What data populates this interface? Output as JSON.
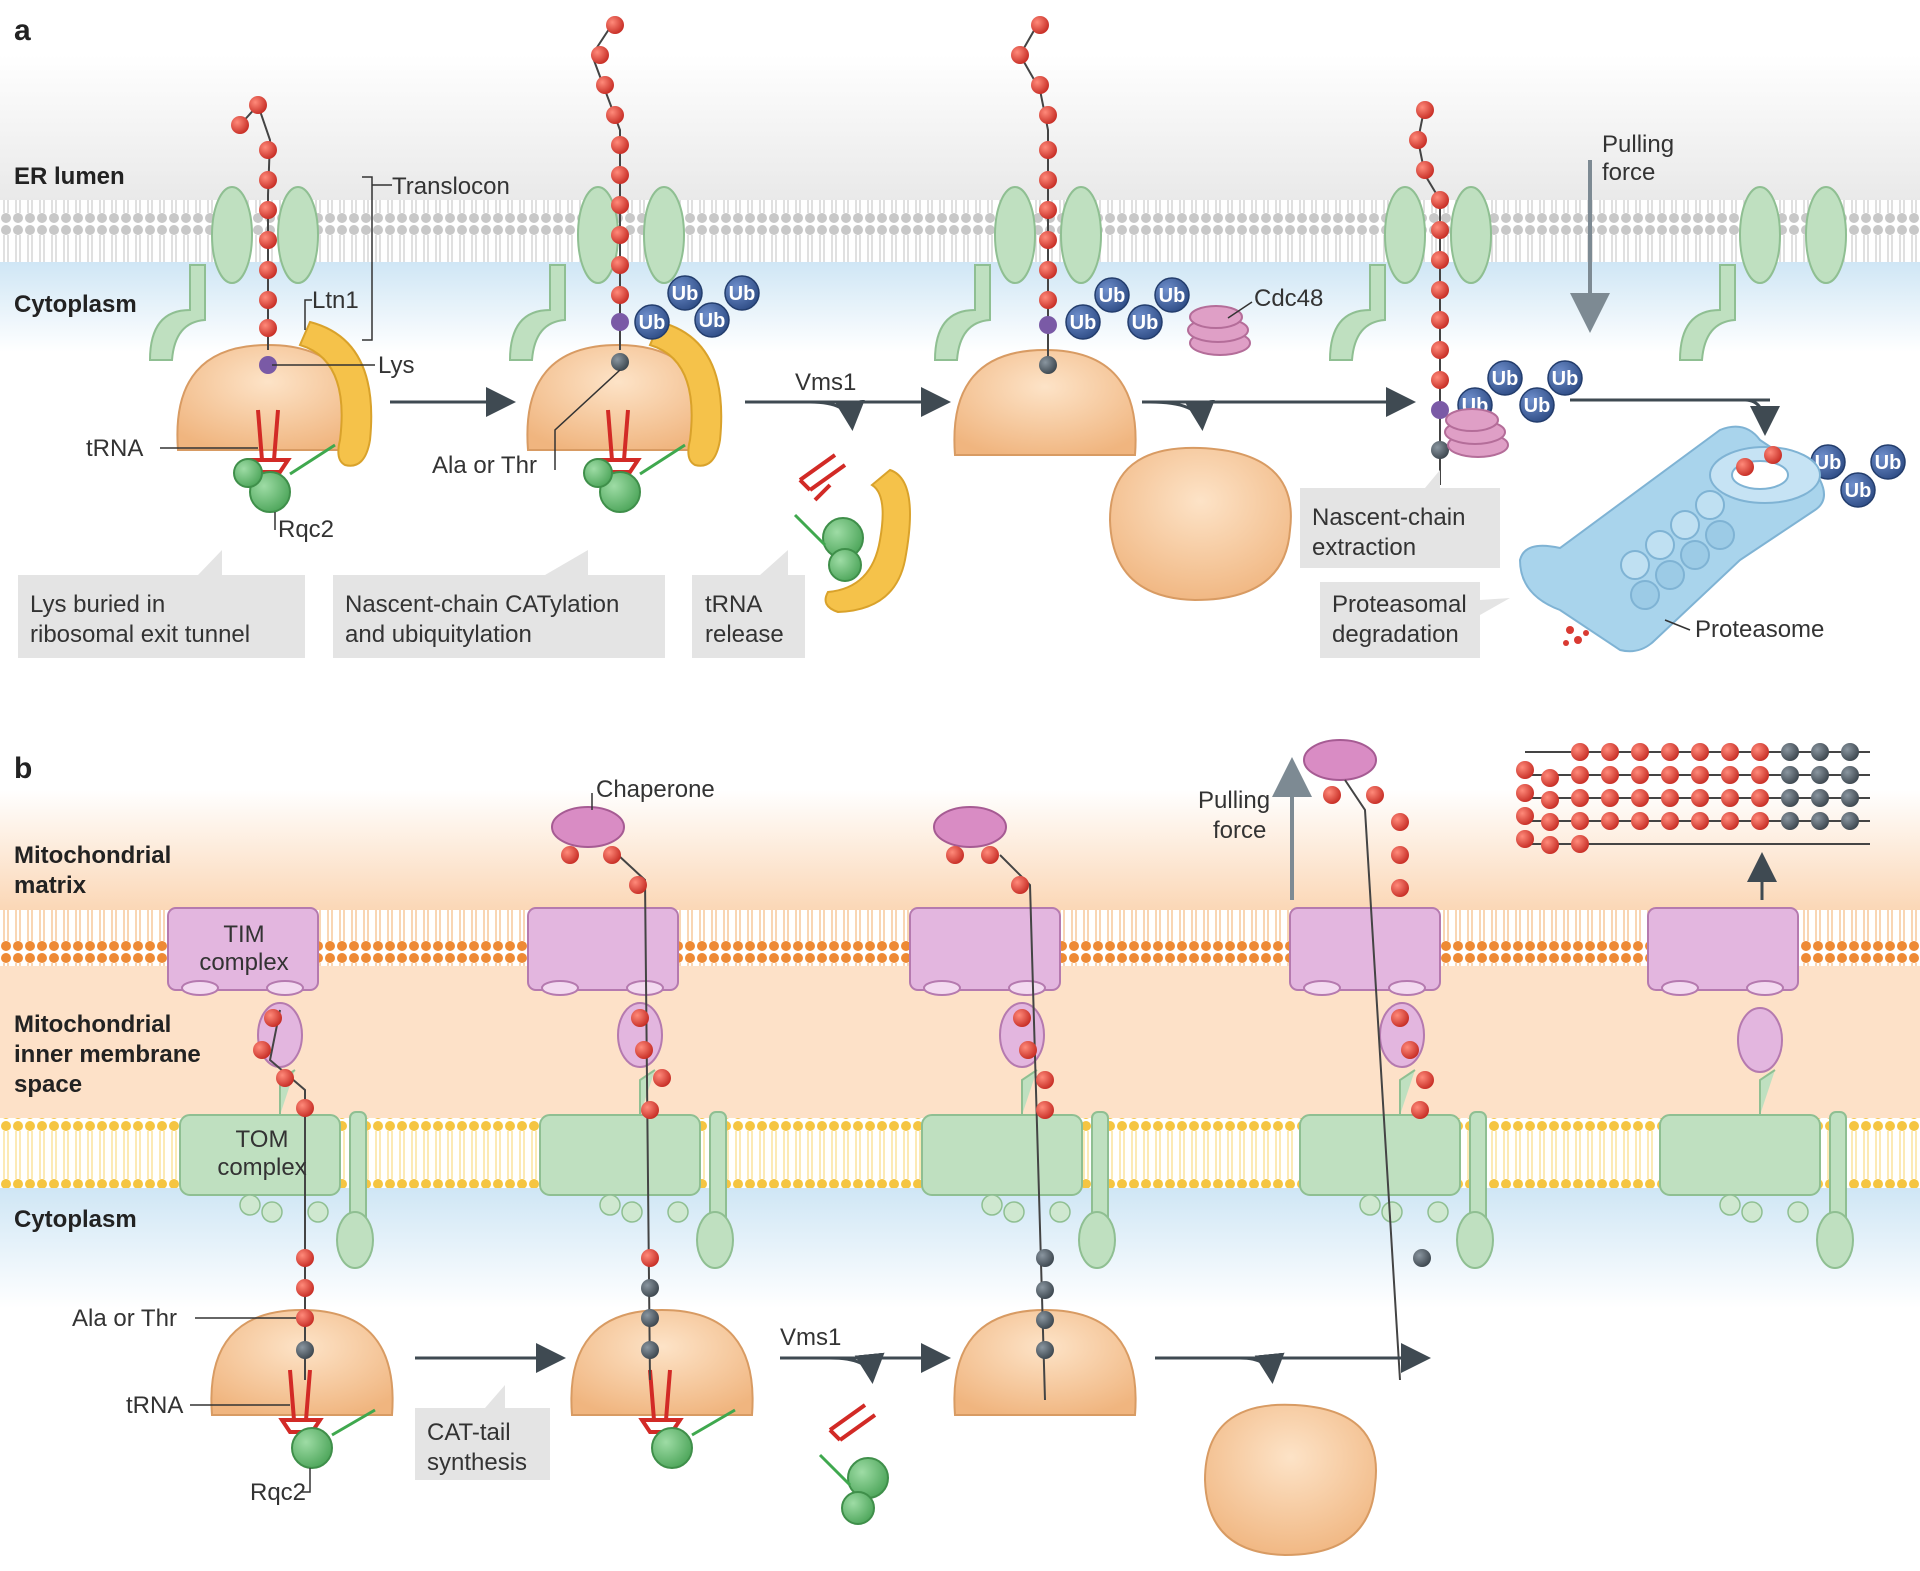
{
  "panel_a": {
    "letter": "a",
    "region_top": "ER lumen",
    "region_bottom": "Cytoplasm",
    "labels": {
      "translocon": "Translocon",
      "ltn1": "Ltn1",
      "lys": "Lys",
      "trna": "tRNA",
      "rqc2": "Rqc2",
      "ala_or_thr": "Ala or Thr",
      "vms1": "Vms1",
      "cdc48": "Cdc48",
      "pulling_force": [
        "Pulling",
        "force"
      ],
      "proteasome": "Proteasome",
      "ub": "Ub"
    },
    "callouts": {
      "lys_buried": [
        "Lys buried in",
        "ribosomal exit tunnel"
      ],
      "catylation": [
        "Nascent-chain CATylation",
        "and ubiquitylation"
      ],
      "trna_release": [
        "tRNA",
        "release"
      ],
      "extraction": [
        "Nascent-chain",
        "extraction"
      ],
      "degradation": [
        "Proteasomal",
        "degradation"
      ]
    }
  },
  "panel_b": {
    "letter": "b",
    "region_matrix": [
      "Mitochondrial",
      "matrix"
    ],
    "region_ims": [
      "Mitochondrial",
      "inner membrane",
      "space"
    ],
    "region_cytoplasm": "Cytoplasm",
    "labels": {
      "tim_complex": [
        "TIM",
        "complex"
      ],
      "tom_complex": [
        "TOM",
        "complex"
      ],
      "chaperone": "Chaperone",
      "pulling_force": [
        "Pulling",
        "force"
      ],
      "ala_or_thr": "Ala or Thr",
      "trna": "tRNA",
      "rqc2": "Rqc2",
      "vms1": "Vms1"
    },
    "callouts": {
      "cat_tail": [
        "CAT-tail",
        "synthesis"
      ]
    }
  },
  "colors": {
    "red_residue": "#d93a32",
    "grey_residue": "#4f5a63",
    "purple_residue": "#7a5aa6",
    "ribosome": "#f3c08f",
    "translocon_green": "#bfe0c0",
    "ltn1_yellow": "#f5c24a",
    "rqc2_green": "#6ec07a",
    "ub_blue": "#3d5f9c",
    "cdc48_pink": "#df9fc6",
    "tim_pink": "#e3b6df",
    "proteasome_blue": "#a9d4ec",
    "callout_grey": "#e4e4e4",
    "arrow": "#3f4a52"
  }
}
